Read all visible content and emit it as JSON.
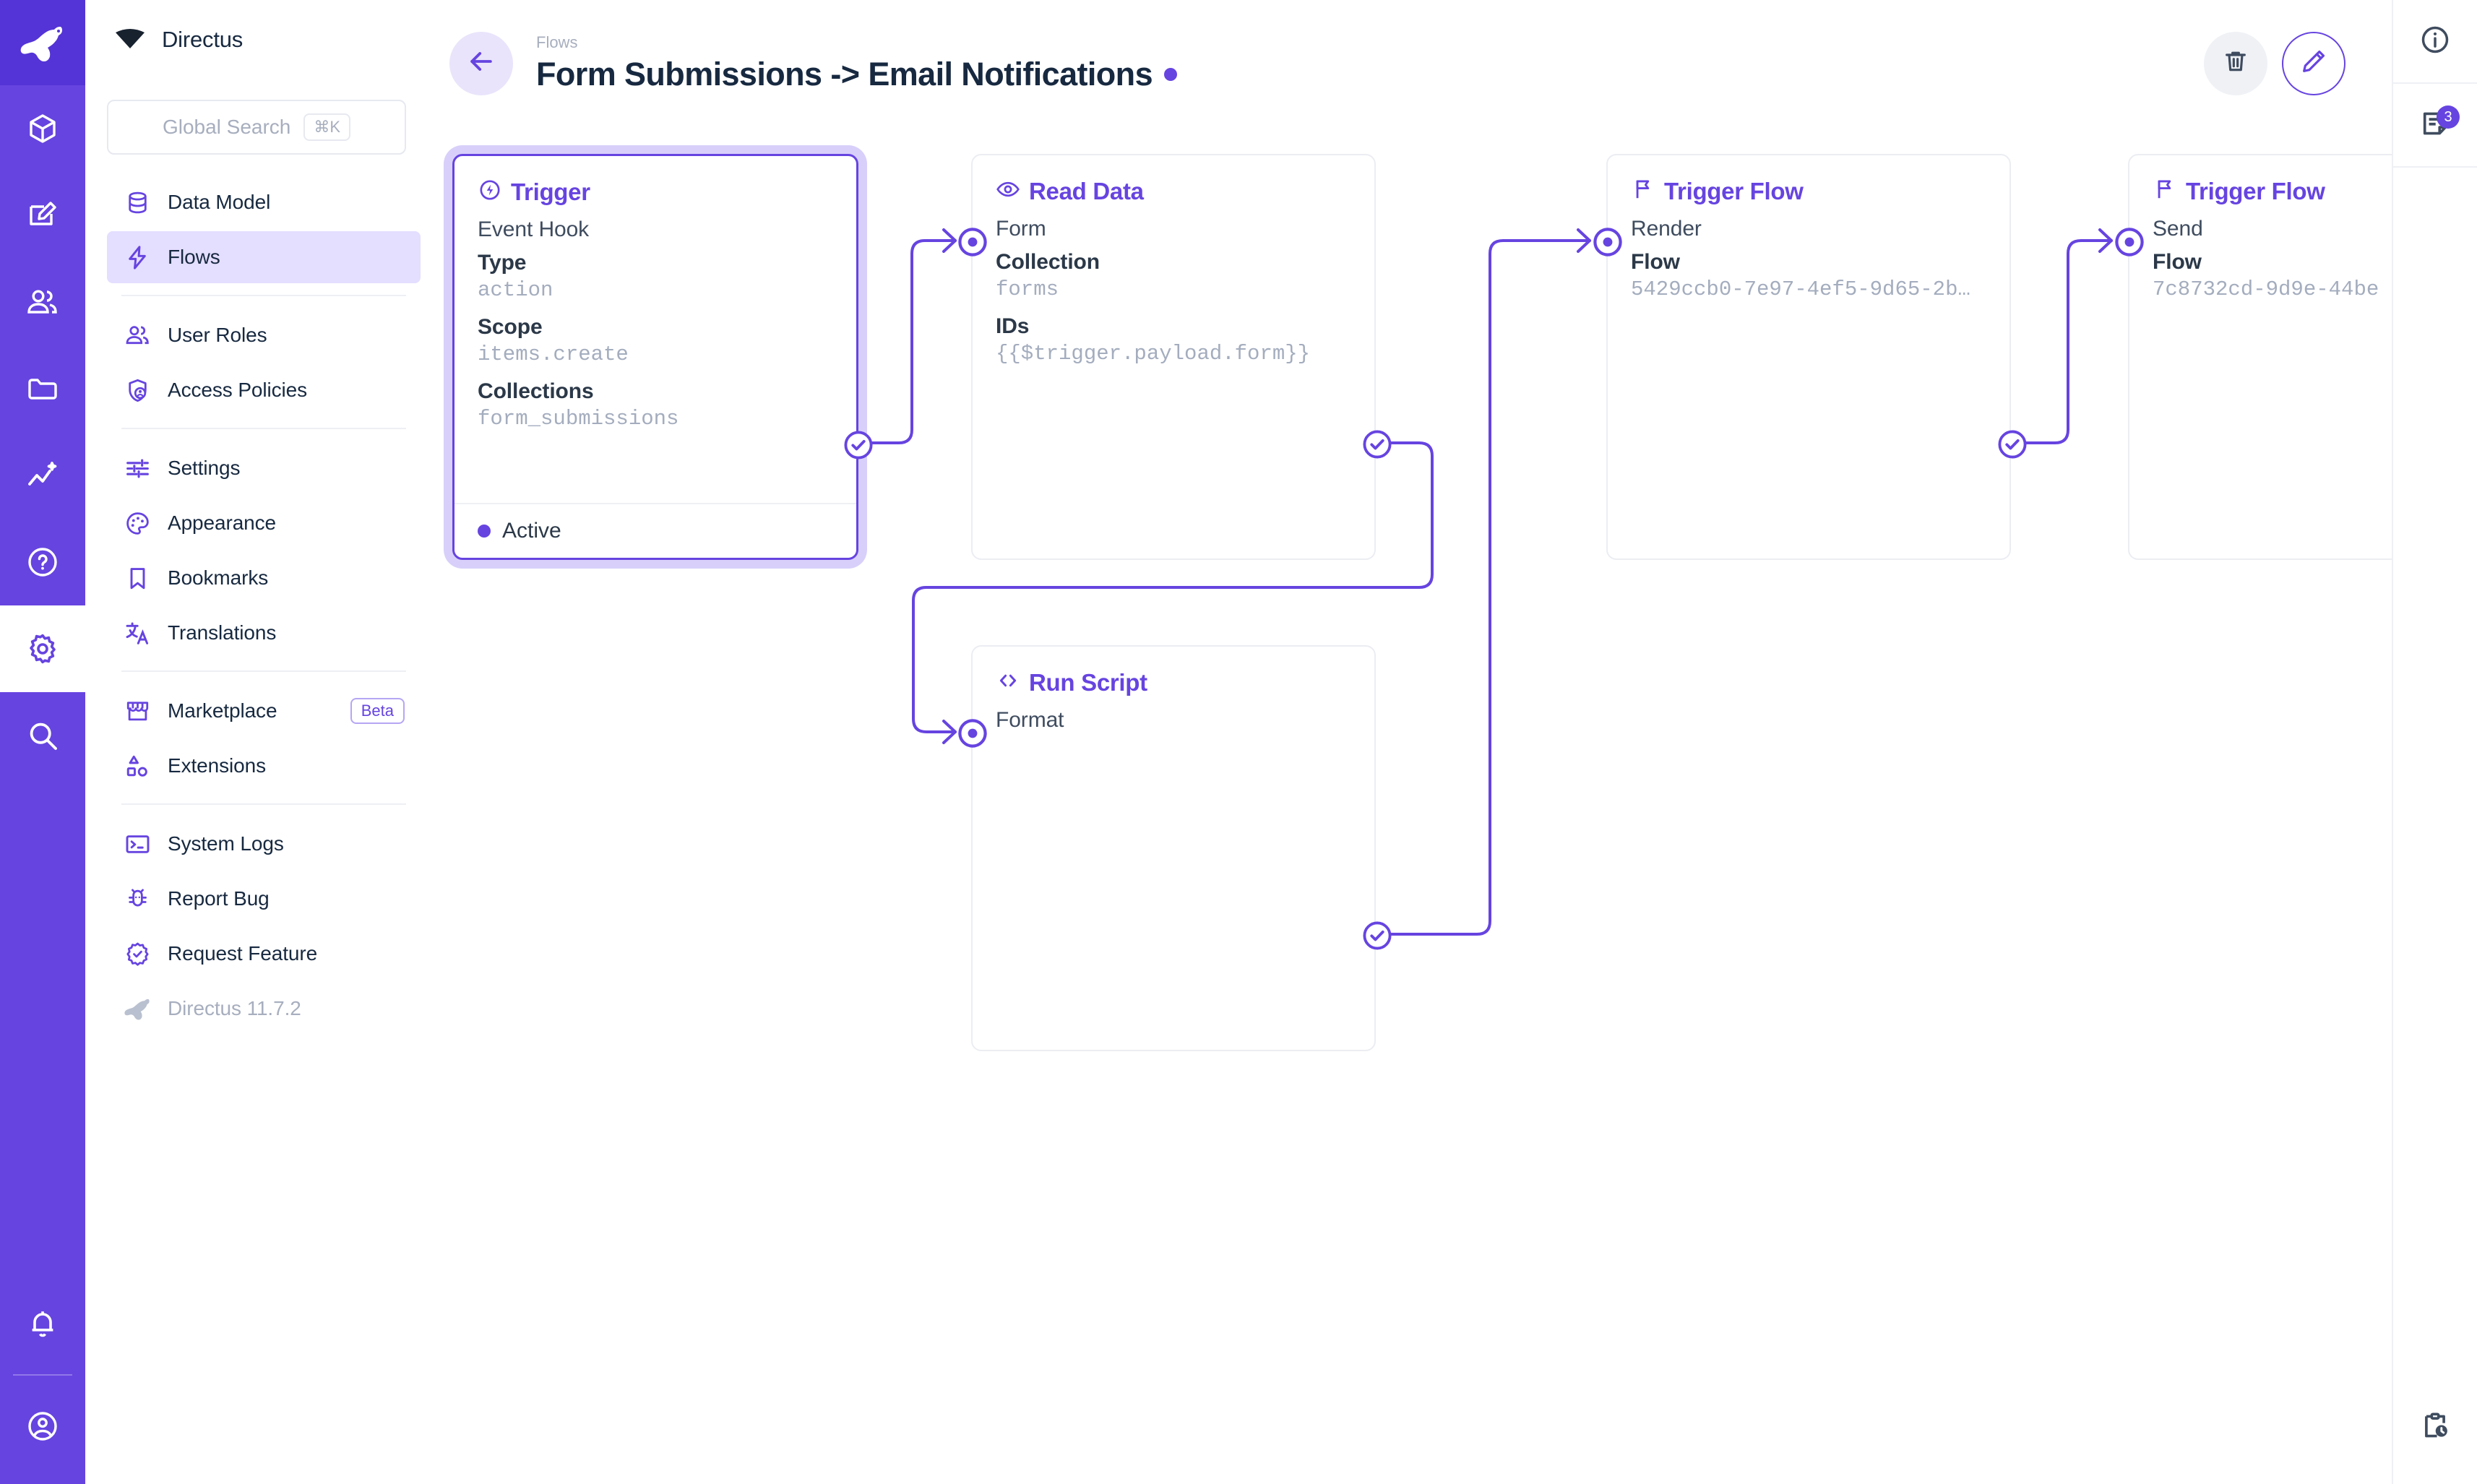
{
  "app": {
    "brand": "Directus",
    "version_label": "Directus 11.7.2"
  },
  "left_rail": {
    "items": [
      {
        "name": "logo",
        "icon": "directus-rabbit-logo"
      },
      {
        "name": "content",
        "icon": "box-icon"
      },
      {
        "name": "editor",
        "icon": "edit-square-icon"
      },
      {
        "name": "users",
        "icon": "users-icon"
      },
      {
        "name": "files",
        "icon": "folder-icon"
      },
      {
        "name": "insights",
        "icon": "insights-sparkle-icon"
      },
      {
        "name": "docs",
        "icon": "help-circle-icon"
      },
      {
        "name": "settings",
        "icon": "gear-icon",
        "active": true
      },
      {
        "name": "search",
        "icon": "search-icon"
      }
    ],
    "bottom": [
      {
        "name": "notifications",
        "icon": "bell-icon"
      },
      {
        "name": "account",
        "icon": "account-circle-icon"
      }
    ]
  },
  "search": {
    "placeholder": "Global Search",
    "shortcut": "⌘K"
  },
  "sidebar": {
    "groups": [
      {
        "items": [
          {
            "label": "Data Model",
            "icon": "database-icon",
            "active": false
          },
          {
            "label": "Flows",
            "icon": "bolt-icon",
            "active": true
          }
        ]
      },
      {
        "items": [
          {
            "label": "User Roles",
            "icon": "users-icon",
            "active": false
          },
          {
            "label": "Access Policies",
            "icon": "shield-person-icon",
            "active": false
          }
        ]
      },
      {
        "items": [
          {
            "label": "Settings",
            "icon": "sliders-icon",
            "active": false
          },
          {
            "label": "Appearance",
            "icon": "palette-icon",
            "active": false
          },
          {
            "label": "Bookmarks",
            "icon": "bookmark-icon",
            "active": false
          },
          {
            "label": "Translations",
            "icon": "translate-icon",
            "active": false
          }
        ]
      },
      {
        "items": [
          {
            "label": "Marketplace",
            "icon": "storefront-icon",
            "badge": "Beta",
            "active": false
          },
          {
            "label": "Extensions",
            "icon": "shapes-icon",
            "active": false
          }
        ]
      },
      {
        "items": [
          {
            "label": "System Logs",
            "icon": "terminal-icon",
            "active": false
          },
          {
            "label": "Report Bug",
            "icon": "bug-icon",
            "active": false
          },
          {
            "label": "Request Feature",
            "icon": "verified-badge-icon",
            "active": false
          },
          {
            "label": "Directus 11.7.2",
            "icon": "directus-rabbit-icon",
            "muted": true,
            "active": false
          }
        ]
      }
    ]
  },
  "header": {
    "breadcrumb": "Flows",
    "title": "Form Submissions -> Email Notifications",
    "status_dot_color": "#6644e0",
    "back_icon": "arrow-left-icon",
    "actions": [
      {
        "name": "delete-flow",
        "icon": "trash-icon"
      },
      {
        "name": "edit-flow",
        "icon": "pencil-icon"
      }
    ]
  },
  "right_rail": {
    "items": [
      {
        "name": "info",
        "icon": "info-circle-icon"
      },
      {
        "name": "logs",
        "icon": "notes-icon",
        "badge": "3"
      }
    ],
    "bottom": {
      "name": "activity",
      "icon": "clipboard-clock-icon"
    }
  },
  "flow": {
    "nodes": [
      {
        "id": "trigger",
        "icon": "trigger-bolt-circle-icon",
        "title": "Trigger",
        "subtitle": "Event Hook",
        "selected": true,
        "fields": [
          {
            "key": "Type",
            "value": "action"
          },
          {
            "key": "Scope",
            "value": "items.create"
          },
          {
            "key": "Collections",
            "value": "form_submissions"
          }
        ],
        "footer": {
          "label": "Active",
          "dot_color": "#6644e0"
        }
      },
      {
        "id": "read-data",
        "icon": "eye-icon",
        "title": "Read Data",
        "subtitle": "Form",
        "selected": false,
        "fields": [
          {
            "key": "Collection",
            "value": "forms"
          },
          {
            "key": "IDs",
            "value": "{{$trigger.payload.form}}"
          }
        ]
      },
      {
        "id": "run-script",
        "icon": "code-brackets-icon",
        "title": "Run Script",
        "subtitle": "Format",
        "selected": false,
        "fields": []
      },
      {
        "id": "trigger-flow-render",
        "icon": "flag-icon",
        "title": "Trigger Flow",
        "subtitle": "Render",
        "selected": false,
        "fields": [
          {
            "key": "Flow",
            "value": "5429ccb0-7e97-4ef5-9d65-2b…"
          }
        ]
      },
      {
        "id": "trigger-flow-send",
        "icon": "flag-icon",
        "title": "Trigger Flow",
        "subtitle": "Send",
        "selected": false,
        "fields": [
          {
            "key": "Flow",
            "value": "7c8732cd-9d9e-44be"
          }
        ]
      }
    ]
  }
}
